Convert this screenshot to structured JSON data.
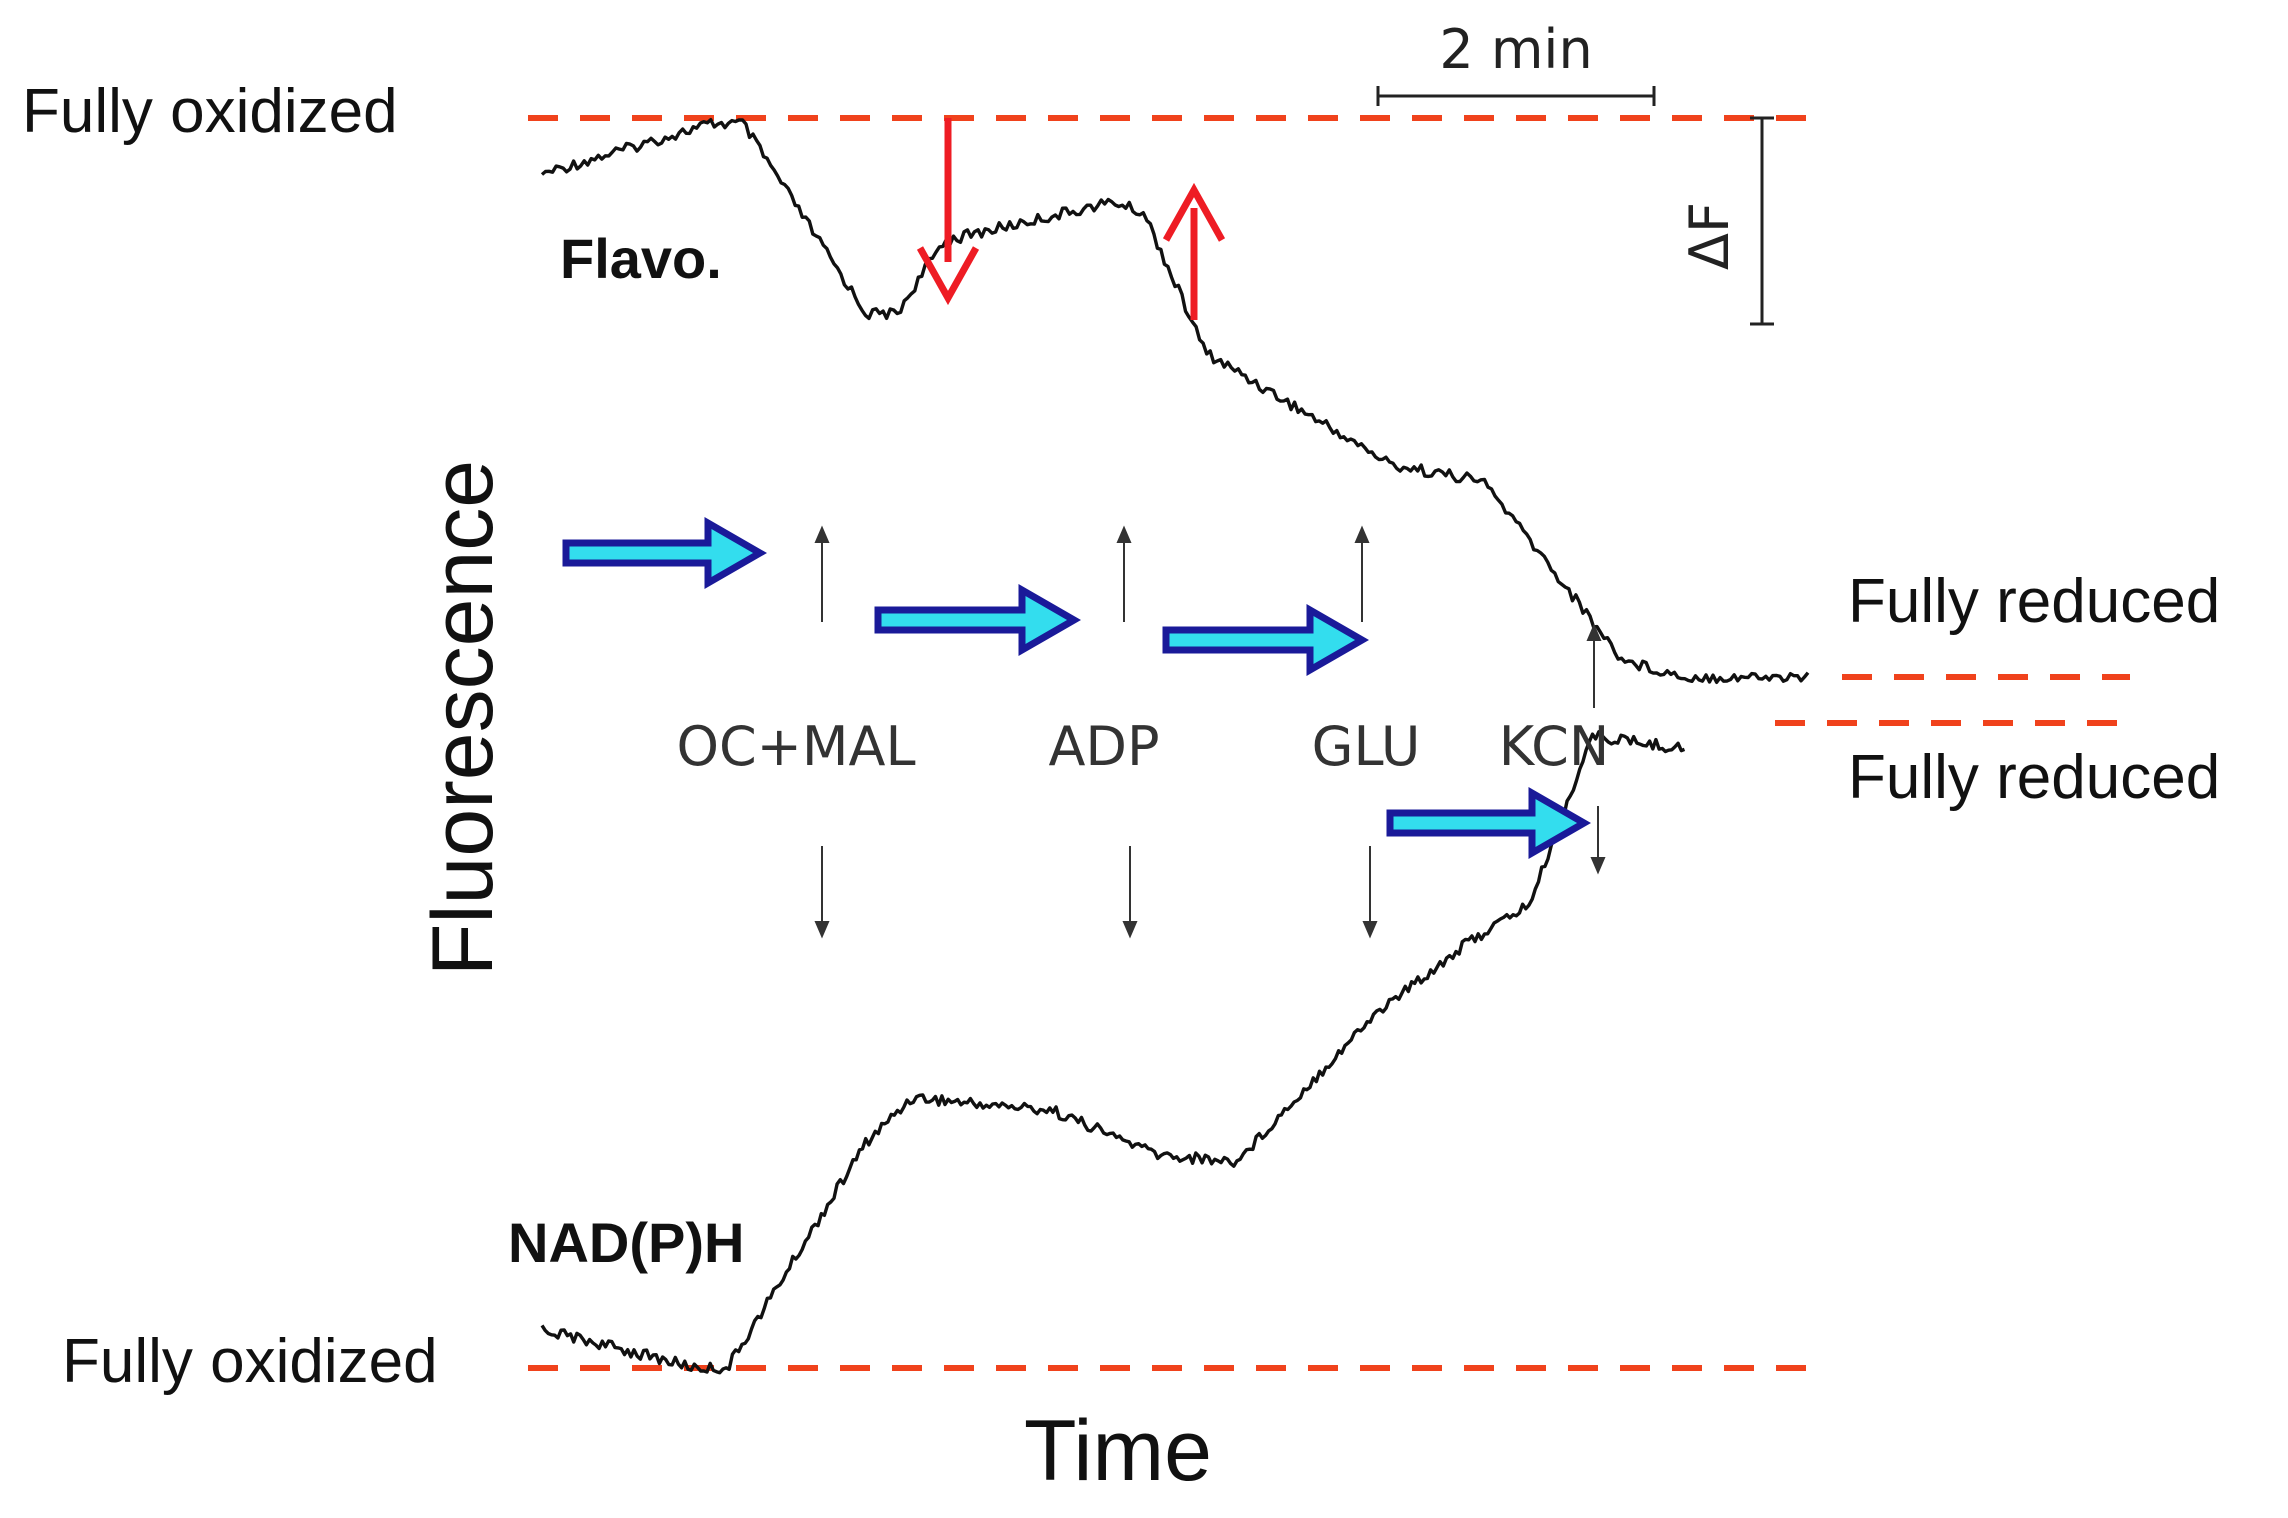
{
  "chart_data": {
    "type": "line",
    "xlabel": "Time",
    "ylabel": "Fluorescence",
    "scale_bar_time": "2 min",
    "scale_bar_signal": "ΔF",
    "reference_levels": {
      "flavo_fully_oxidized": "Fully oxidized",
      "flavo_fully_reduced": "Fully reduced",
      "nadph_fully_reduced": "Fully reduced",
      "nadph_fully_oxidized": "Fully oxidized"
    },
    "events": [
      "OC+MAL",
      "ADP",
      "GLU",
      "KCN"
    ],
    "series": [
      {
        "name": "Flavo.",
        "note_levels": "fraction of span between fully oxidized (1) and fully reduced (0)",
        "x": [
          0.0,
          1.1,
          1.3,
          2.1,
          2.3,
          2.6,
          3.7,
          3.9,
          4.3,
          5.5,
          6.1,
          7.0,
          7.4,
          8.2
        ],
        "values": [
          0.9,
          0.99,
          0.99,
          0.65,
          0.65,
          0.78,
          0.85,
          0.83,
          0.58,
          0.38,
          0.35,
          0.03,
          0.0,
          0.0
        ],
        "color": "#111111"
      },
      {
        "name": "NAD(P)H",
        "note_levels": "fraction of span between fully oxidized (0) and fully reduced (1)",
        "x": [
          0.0,
          1.0,
          1.2,
          2.1,
          2.4,
          2.8,
          3.3,
          4.0,
          4.5,
          5.4,
          6.0,
          6.4,
          6.8,
          7.4
        ],
        "values": [
          0.06,
          0.0,
          0.0,
          0.35,
          0.42,
          0.41,
          0.4,
          0.33,
          0.32,
          0.55,
          0.66,
          0.72,
          0.98,
          0.96
        ],
        "color": "#111111"
      }
    ],
    "annotation_colors": {
      "reference_dash": "#f0421c",
      "flavo_change_arrows": "#ee1c24",
      "block_arrow_outline": "#1a1a99",
      "block_arrow_fill": "#33ddee"
    }
  }
}
